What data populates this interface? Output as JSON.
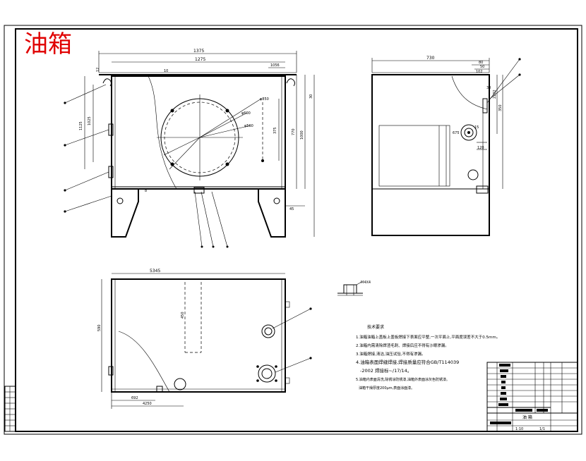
{
  "title": "油箱",
  "colors": {
    "title": "#e00000",
    "line": "#000000",
    "paper": "#ffffff"
  },
  "front_view": {
    "dim_overall_width": "1375",
    "dim_inner_width": "1275",
    "dim_top_right": "1056",
    "dim_left_1": "1125",
    "dim_left_2": "1025",
    "dim_right_1": "375",
    "dim_right_2": "770",
    "dim_right_3": "1000",
    "dim_right_4": "30",
    "dim_bottom_right": "45",
    "dim_circle_1": "φ850",
    "dim_circle_2": "φ600",
    "dim_circle_3": "φ560",
    "dim_left_small": "12",
    "dim_bottom_small": "8",
    "dim_top_small": "10"
  },
  "side_view": {
    "dim_width": "730",
    "dim_top_1": "80",
    "dim_top_2": "50",
    "dim_top_3": "102",
    "dim_right_1": "2202",
    "dim_right_2": "350",
    "dim_mid_1": "675",
    "dim_mid_2": "15",
    "dim_mid_3": "120",
    "dim_mid_4": "30"
  },
  "top_view": {
    "dim_top": "5345",
    "dim_left": "590",
    "dim_center": "450",
    "dim_bottom_1": "692",
    "dim_bottom_2": "4250"
  },
  "detail": {
    "label": "M4X4"
  },
  "notes": {
    "heading": "技术要求",
    "lines": [
      "1.油箱油箱上盖板上盖板焊接下表面应平整,一次平面上,平面度误差不大于0.5mm。",
      "2.油箱内需清除焊渣毛刺、焊接后应不得有沙眼渗漏。",
      "3.油箱焊接,清洁,油压试验,不得有渗漏。",
      "4.油箱表面焊缝焊接,焊接质量应符合GB/T114039",
      "-2002 焊接标~/17/14。",
      "5.油箱内表面清洗,除锈涂防锈漆,油箱外表面涂灰色防锈漆。",
      "油箱干燥厚度200μm,表面涂面漆。"
    ]
  },
  "title_block": {
    "name": "油 箱",
    "scale": "1:10",
    "sheet": "1/1"
  }
}
